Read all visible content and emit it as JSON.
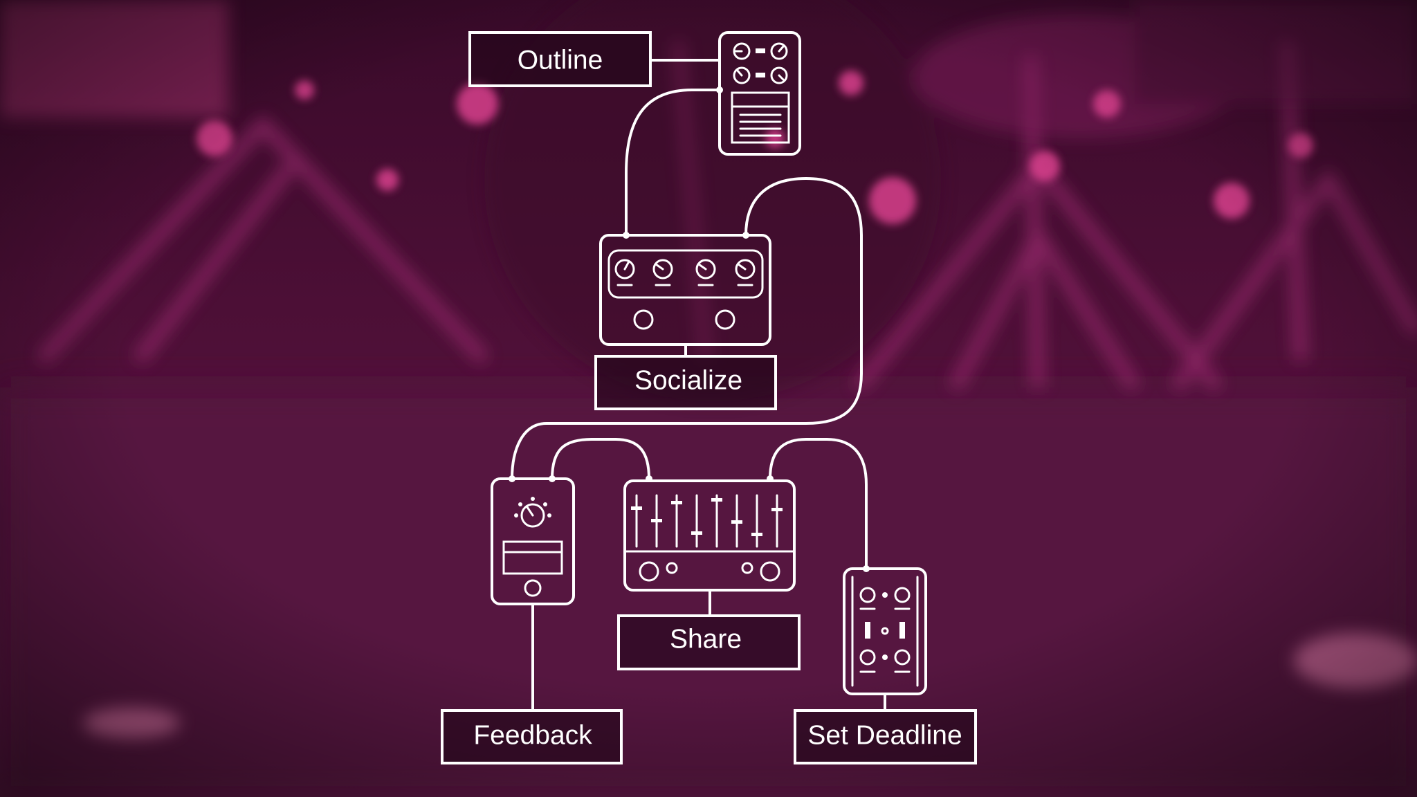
{
  "labels": {
    "outline": "Outline",
    "socialize": "Socialize",
    "feedback": "Feedback",
    "share": "Share",
    "set_deadline": "Set Deadline"
  },
  "icons": [
    "compressor-pedal-icon",
    "delay-pedal-icon",
    "tuner-pedal-icon",
    "mixer-pedal-icon",
    "switch-pedal-icon"
  ],
  "colors": {
    "background": "#5a1240",
    "accent": "#e0408f",
    "stroke": "#ffffff"
  }
}
